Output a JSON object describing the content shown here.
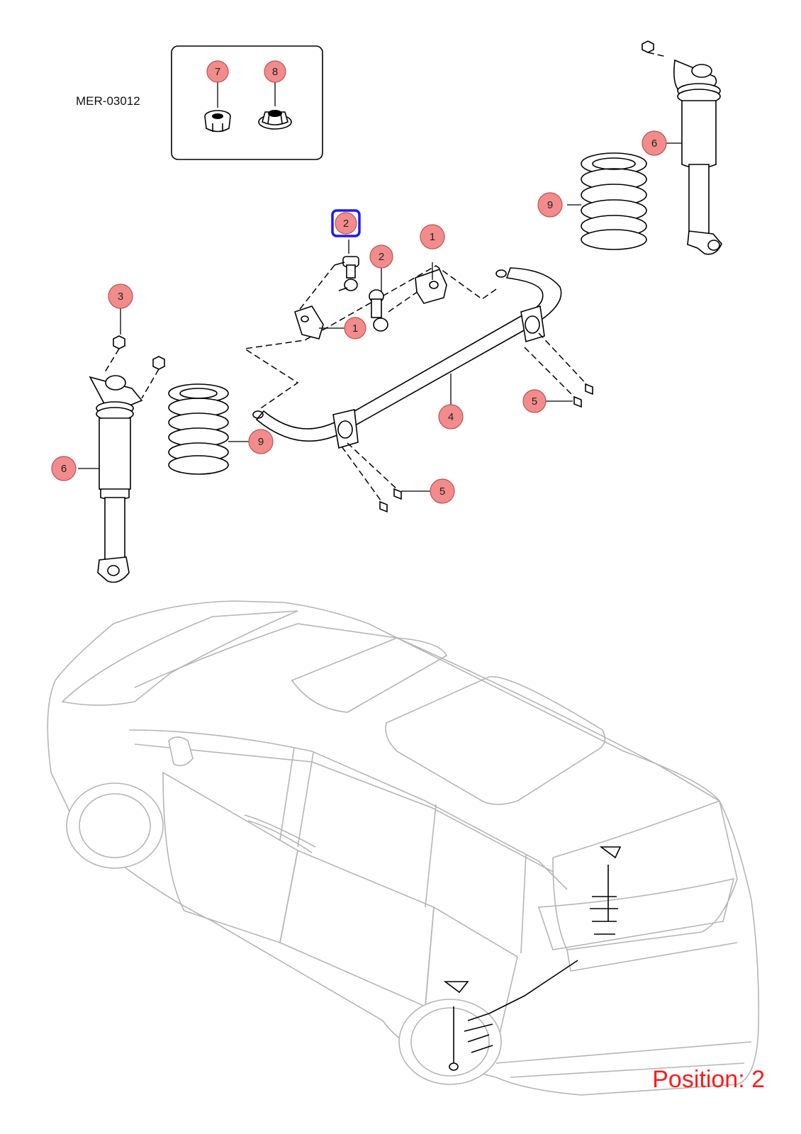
{
  "diagram_code": "MER-03012",
  "position_label": "Position: 2",
  "colors": {
    "callout_fill": "#f28c8c",
    "callout_stroke": "#c0504d",
    "highlight": "#1a1aff",
    "position_text": "#ff1a1a",
    "car_outline": "#b5b5b5"
  },
  "callouts": {
    "c7": "7",
    "c8": "8",
    "c2_selected": "2",
    "c1_upper": "1",
    "c2_lower": "2",
    "c1_lower": "1",
    "c6_right": "6",
    "c9_right": "9",
    "c3": "3",
    "c6_left": "6",
    "c9_left": "9",
    "c5_right": "5",
    "c4": "4",
    "c5_lower": "5"
  },
  "highlighted_position": "2"
}
